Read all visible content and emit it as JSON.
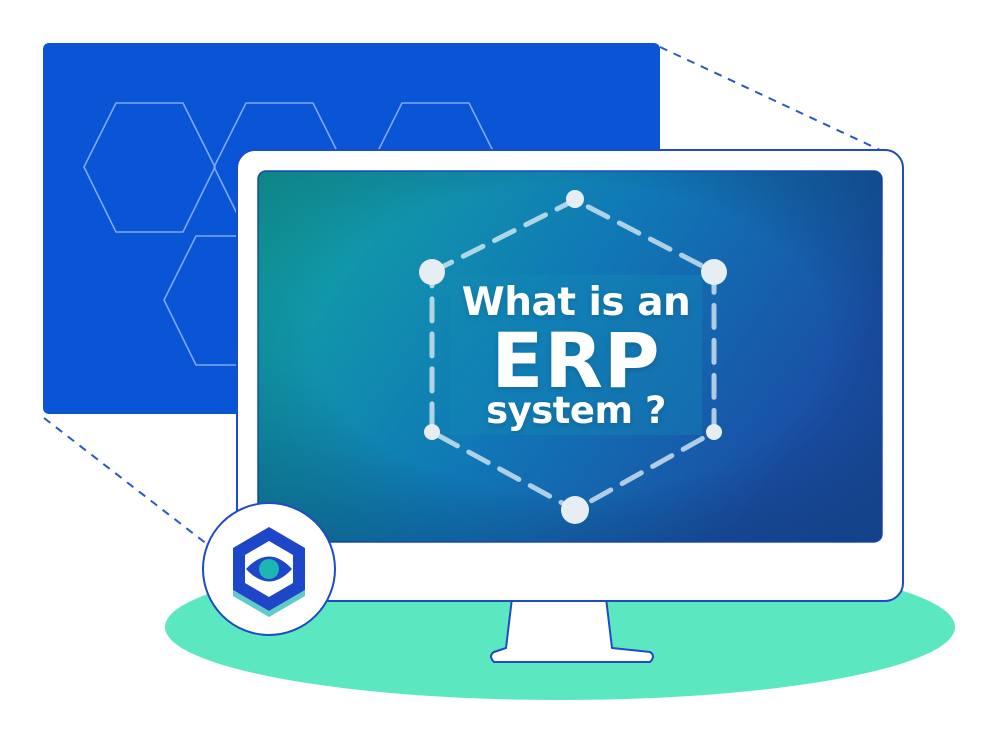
{
  "video": {
    "title_line1": "What is an",
    "title_line2": "ERP",
    "title_line3": "system ?"
  },
  "colors": {
    "blue_panel": "#0A54D6",
    "accent_green": "#5BE8C0",
    "screen_gradient_start": "#0FA6A6",
    "screen_gradient_end": "#1552A8",
    "monitor_outline": "#1E4BC8",
    "logo_blue": "#1D46C8",
    "logo_teal": "#1BB7B0"
  },
  "icons": {
    "logo": "hexagon-eye-logo-icon"
  }
}
